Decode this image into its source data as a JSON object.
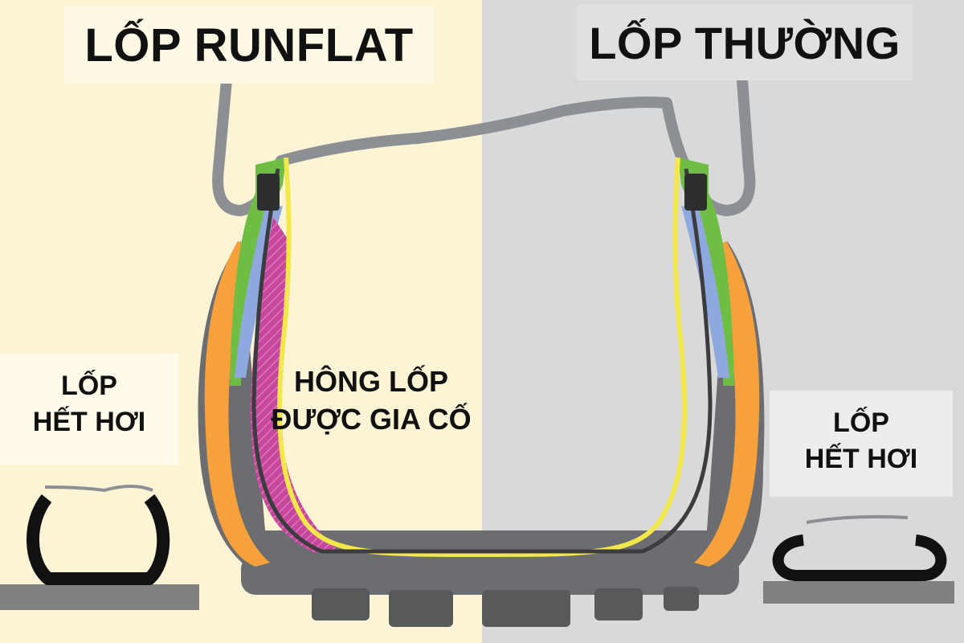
{
  "titles": {
    "runflat": "LỐP RUNFLAT",
    "normal": "LỐP THƯỜNG"
  },
  "labels": {
    "flat_left": [
      "LỐP",
      "HẾT HƠI"
    ],
    "reinforced_sidewall": [
      "HÔNG LỐP",
      "ĐƯỢC GIA CỐ"
    ],
    "flat_right": [
      "LỐP",
      "HẾT HƠI"
    ]
  },
  "colors": {
    "runflat_background": "#fdf4d6",
    "normal_background": "#d9d9d9",
    "rim": "#8c9095",
    "tread": "#6b6d70",
    "orange_layer": "#f6a13b",
    "green_layer": "#6fbe44",
    "blue_layer": "#8fa9df",
    "yellow_layer": "#f3e84a",
    "reinforcement_insert": "#c8479e"
  }
}
